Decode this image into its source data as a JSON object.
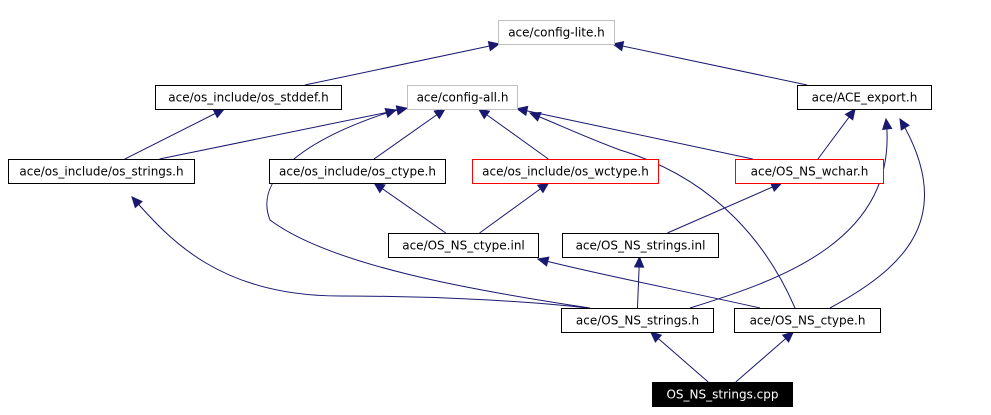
{
  "diagram": {
    "nodes": [
      {
        "id": "config_lite",
        "label": "ace/config-lite.h",
        "style": "gray"
      },
      {
        "id": "os_stddef",
        "label": "ace/os_include/os_stddef.h",
        "style": "normal"
      },
      {
        "id": "config_all",
        "label": "ace/config-all.h",
        "style": "gray"
      },
      {
        "id": "ace_export",
        "label": "ace/ACE_export.h",
        "style": "normal"
      },
      {
        "id": "os_strings_h",
        "label": "ace/os_include/os_strings.h",
        "style": "normal"
      },
      {
        "id": "os_ctype_h",
        "label": "ace/os_include/os_ctype.h",
        "style": "normal"
      },
      {
        "id": "os_wctype_h",
        "label": "ace/os_include/os_wctype.h",
        "style": "red"
      },
      {
        "id": "os_ns_wchar",
        "label": "ace/OS_NS_wchar.h",
        "style": "red"
      },
      {
        "id": "os_ns_ctype_inl",
        "label": "ace/OS_NS_ctype.inl",
        "style": "normal"
      },
      {
        "id": "os_ns_strings_inl",
        "label": "ace/OS_NS_strings.inl",
        "style": "normal"
      },
      {
        "id": "os_ns_strings_h",
        "label": "ace/OS_NS_strings.h",
        "style": "normal"
      },
      {
        "id": "os_ns_ctype_h",
        "label": "ace/OS_NS_ctype.h",
        "style": "normal"
      },
      {
        "id": "os_ns_strings_cpp",
        "label": "OS_NS_strings.cpp",
        "style": "root"
      }
    ],
    "edges": [
      {
        "from": "os_stddef",
        "to": "config_lite"
      },
      {
        "from": "ace_export",
        "to": "config_lite"
      },
      {
        "from": "os_strings_h",
        "to": "os_stddef"
      },
      {
        "from": "os_strings_h",
        "to": "config_all"
      },
      {
        "from": "os_ctype_h",
        "to": "config_all"
      },
      {
        "from": "os_wctype_h",
        "to": "config_all"
      },
      {
        "from": "os_ns_wchar",
        "to": "config_all"
      },
      {
        "from": "os_ns_wchar",
        "to": "ace_export"
      },
      {
        "from": "os_ns_ctype_inl",
        "to": "os_ctype_h"
      },
      {
        "from": "os_ns_ctype_inl",
        "to": "os_wctype_h"
      },
      {
        "from": "os_ns_strings_inl",
        "to": "os_ns_wchar"
      },
      {
        "from": "os_ns_strings_h",
        "to": "os_strings_h"
      },
      {
        "from": "os_ns_strings_h",
        "to": "config_all"
      },
      {
        "from": "os_ns_strings_h",
        "to": "ace_export"
      },
      {
        "from": "os_ns_strings_h",
        "to": "os_ns_strings_inl"
      },
      {
        "from": "os_ns_ctype_h",
        "to": "config_all"
      },
      {
        "from": "os_ns_ctype_h",
        "to": "ace_export"
      },
      {
        "from": "os_ns_ctype_h",
        "to": "os_ns_ctype_inl"
      },
      {
        "from": "os_ns_strings_cpp",
        "to": "os_ns_strings_h"
      },
      {
        "from": "os_ns_strings_cpp",
        "to": "os_ns_ctype_h"
      }
    ]
  }
}
